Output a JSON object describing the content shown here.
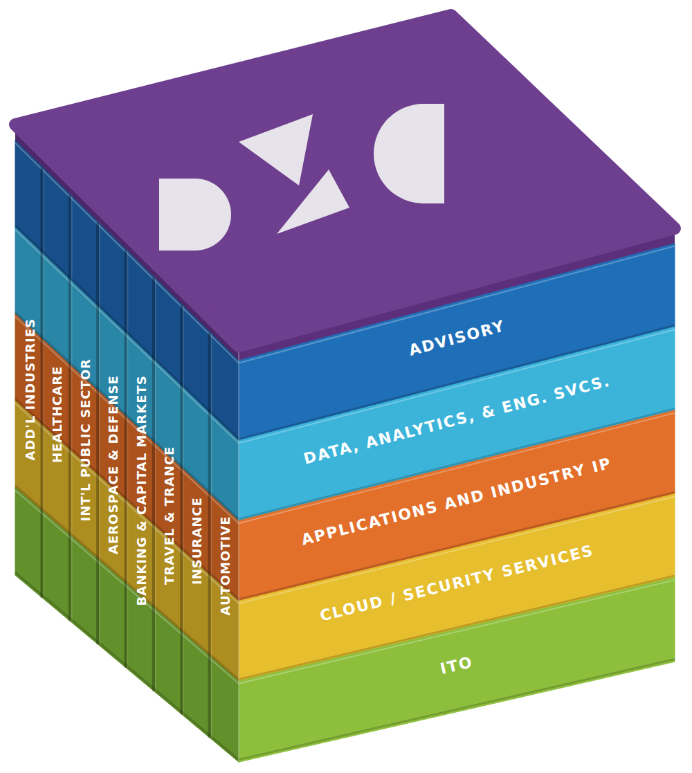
{
  "diagram": {
    "nodes": [
      {
        "text": [
          "ADVISORY"
        ]
      },
      {
        "text": [
          "DATA, ANALYTICS, & ENG. SVCS."
        ]
      },
      {
        "text": [
          "APPLICATIONS AND INDUSTRY IP"
        ]
      },
      {
        "text": [
          "CLOUD / SECURITY SERVICES"
        ]
      },
      {
        "text": [
          "ITO"
        ]
      },
      {
        "text": [
          "ADD'L INDUSTRIES"
        ]
      },
      {
        "text": [
          "HEALTHCARE"
        ]
      },
      {
        "text": [
          "INT'L PUBLIC SECTOR"
        ]
      },
      {
        "text": [
          "AEROSPACE & DEFENSE"
        ]
      },
      {
        "text": [
          "BANKING & CAPITAL MARKETS"
        ]
      },
      {
        "text": [
          "TRAVEL & TRANCE"
        ]
      },
      {
        "text": [
          "INSURANCE"
        ]
      },
      {
        "text": [
          "AUTOMOTIVE"
        ]
      }
    ]
  }
}
